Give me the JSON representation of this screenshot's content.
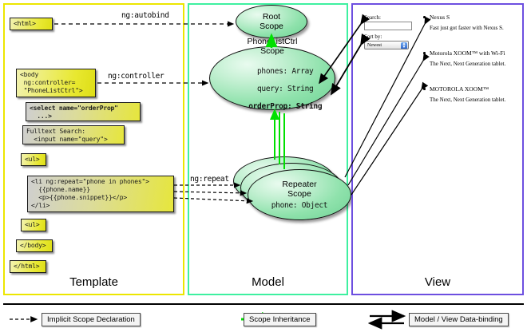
{
  "columns": {
    "template": {
      "label": "Template",
      "border_color": "#ece600"
    },
    "model": {
      "label": "Model",
      "border_color": "#3ef0a0"
    },
    "view": {
      "label": "View",
      "border_color": "#6d4fe0"
    }
  },
  "template": {
    "boxes": [
      {
        "id": "html-open",
        "text": "<html>"
      },
      {
        "id": "body-open",
        "text": "<body\n ng:controller=\n \"PhoneListCtrl\">"
      },
      {
        "id": "select-tag",
        "text": "<select name=\"orderProp\"\n  ...>"
      },
      {
        "id": "fulltext",
        "text": "Fulltext Search:\n  <input name=\"query\">"
      },
      {
        "id": "ul-open",
        "text": "<ul>"
      },
      {
        "id": "li-repeat",
        "text": "<li ng:repeat=\"phone in phones\">\n  {{phone.name}}\n  <p>{{phone.snippet}}</p>\n</li>"
      },
      {
        "id": "ul-close",
        "text": "<ul>"
      },
      {
        "id": "body-close",
        "text": "</body>"
      },
      {
        "id": "html-close",
        "text": "</html>"
      }
    ]
  },
  "connectors": {
    "autobind": "ng:autobind",
    "controller": "ng:controller",
    "repeat": "ng:repeat"
  },
  "model": {
    "root_scope": {
      "title": "Root\nScope",
      "props": ""
    },
    "phonelist_scope": {
      "title": "PhoneListCtrl\nScope",
      "prop_phones": "phones: Array",
      "prop_query": "query: String",
      "prop_orderprop": "orderProp: String"
    },
    "repeater_scope": {
      "title": "Repeater\nScope",
      "prop_phone": "phone: Object"
    }
  },
  "view": {
    "search_label": "Search:",
    "search_value": "",
    "sort_label": "Sort by:",
    "sort_selected": "Newest",
    "stepper_icon": "updown-stepper-icon",
    "phones": [
      {
        "name": "Nexus S",
        "snippet": "Fast just got faster with Nexus S."
      },
      {
        "name": "Motorola XOOM™ with Wi-Fi",
        "snippet": "The Next, Next Generation tablet."
      },
      {
        "name": "MOTOROLA XOOM™",
        "snippet": "The Next, Next Generation tablet."
      }
    ]
  },
  "legend": {
    "items": [
      {
        "id": "implicit",
        "label": "Implicit Scope Declaration",
        "arrow": "dashed-arrow-icon",
        "color": "#000000"
      },
      {
        "id": "inheritance",
        "label": "Scope Inheritance",
        "arrow": "green-arrow-icon",
        "color": "#00e000"
      },
      {
        "id": "databinding",
        "label": "Model / View Data-binding",
        "arrow": "double-arrow-icon",
        "color": "#000000"
      }
    ]
  }
}
